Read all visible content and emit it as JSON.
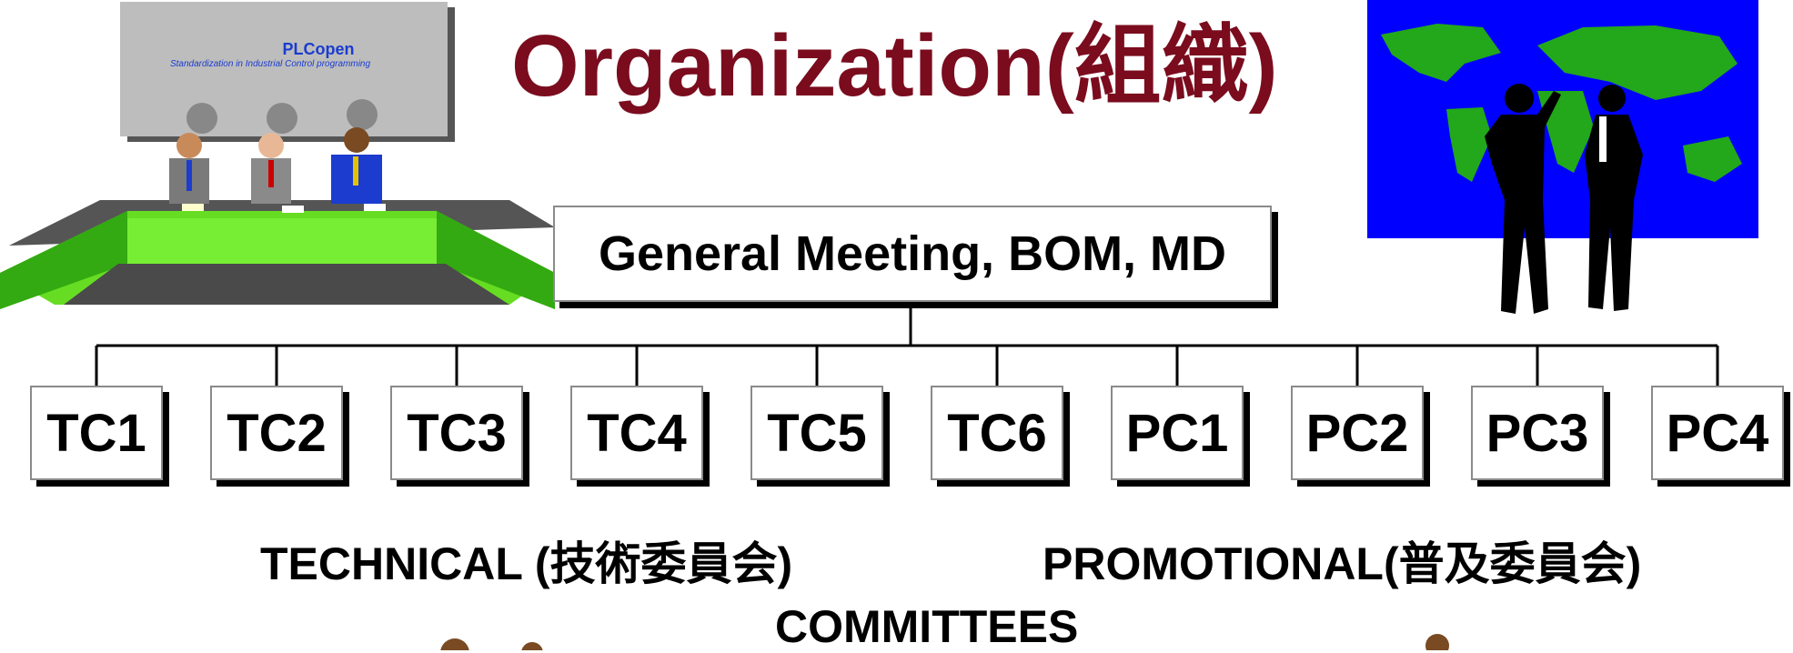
{
  "title": "Organization(組織)",
  "top_node": "General Meeting, BOM, MD",
  "committees": [
    "TC1",
    "TC2",
    "TC3",
    "TC4",
    "TC5",
    "TC6",
    "PC1",
    "PC2",
    "PC3",
    "PC4"
  ],
  "technical_label": "TECHNICAL (技術委員会)",
  "promotional_label": "PROMOTIONAL(普及委員会)",
  "committees_label": "COMMITTEES",
  "meeting_sign": {
    "name": "PLCopen",
    "tagline": "Standardization in Industrial Control programming"
  },
  "colors": {
    "title": "#7a0c1e",
    "map_ocean": "#0000ff",
    "map_land": "#22a81a",
    "table": "#66dd22"
  }
}
